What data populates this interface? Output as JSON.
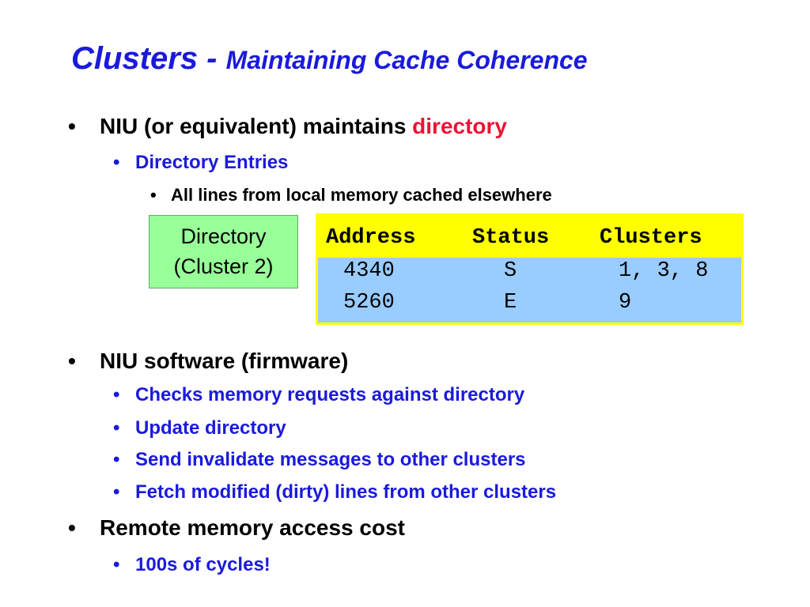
{
  "title": {
    "main": "Clusters - ",
    "sub": "Maintaining Cache Coherence"
  },
  "bullets": {
    "b1": {
      "pre": "NIU (or equivalent) maintains ",
      "highlight": "directory"
    },
    "b1_1": "Directory Entries",
    "b1_1_1": "All lines from local memory cached elsewhere",
    "b2": "NIU software (firmware)",
    "b2_1": "Checks memory requests against directory",
    "b2_2": "Update directory",
    "b2_3": "Send invalidate messages to other clusters",
    "b2_4": "Fetch modified (dirty) lines from other clusters",
    "b3": "Remote memory access cost",
    "b3_1": "100s of cycles!"
  },
  "directory": {
    "label_line1": "Directory",
    "label_line2": "(Cluster 2)",
    "headers": [
      "Address",
      "Status",
      "Clusters"
    ],
    "rows": [
      [
        "4340",
        "S",
        "1, 3, 8"
      ],
      [
        "5260",
        "E",
        "9"
      ]
    ]
  },
  "bullet_char": "•",
  "colors": {
    "title": "#1a1adc",
    "sub_bullet": "#1a1adc",
    "highlight": "#ee1133",
    "label_bg": "#99ff99",
    "table_header": "#ffff00",
    "table_body": "#99ccff"
  }
}
